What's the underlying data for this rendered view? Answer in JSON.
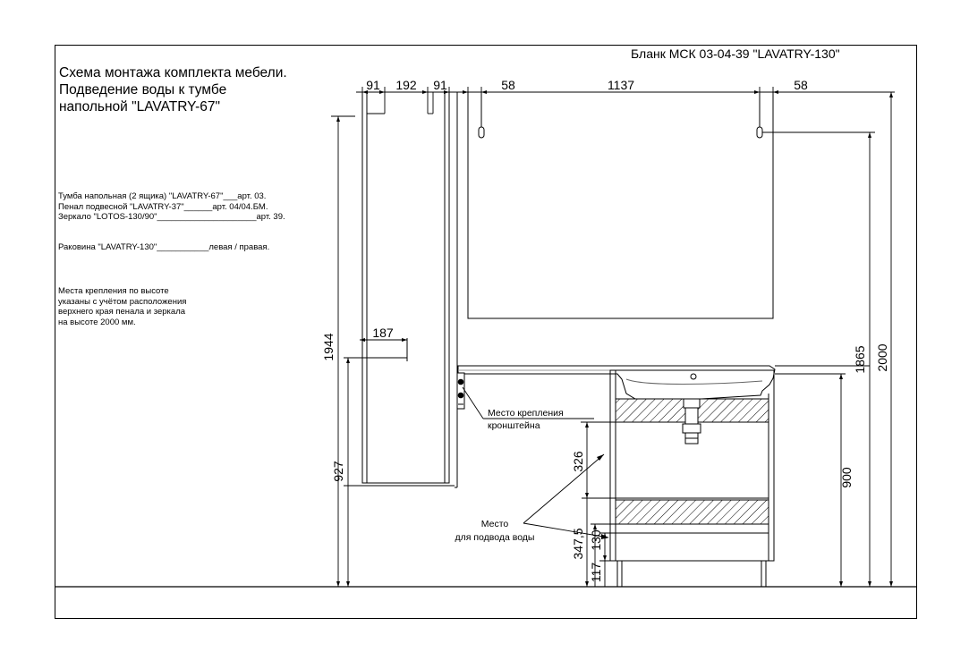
{
  "header": {
    "form_code": "Бланк МСК  03-04-39  \"LAVATRY-130\"",
    "title_lines": [
      "Схема монтажа комплекта мебели.",
      "Подведение воды к тумбе",
      "напольной \"LAVATRY-67\""
    ]
  },
  "spec": {
    "lines": [
      "Тумба напольная (2 ящика) \"LAVATRY-67\"___арт. 03.",
      "Пенал подвесной \"LAVATRY-37\"______арт. 04/04.БМ.",
      "Зеркало \"LOTOS-130/90\"_____________________арт. 39."
    ],
    "sink_line": "Раковина \"LAVATRY-130\"___________левая / правая."
  },
  "note": {
    "lines": [
      "Места крепления по высоте",
      "указаны с учётом расположения",
      "верхнего края пенала и зеркала",
      "на высоте 2000 мм."
    ]
  },
  "dimensions": {
    "top_91_a": "91",
    "top_192": "192",
    "top_91_b": "91",
    "top_58_a": "58",
    "top_1137": "1137",
    "top_58_b": "58",
    "width_187": "187",
    "height_1944": "1944",
    "height_927": "927",
    "height_1865": "1865",
    "height_2000": "2000",
    "height_900": "900",
    "height_326": "326",
    "height_347_5": "347,5",
    "height_130": "130",
    "height_117": "117"
  },
  "callouts": {
    "bracket_lines": [
      "Место крепления",
      "кронштейна"
    ],
    "water_lines": [
      "Место",
      "для подвода воды"
    ]
  }
}
